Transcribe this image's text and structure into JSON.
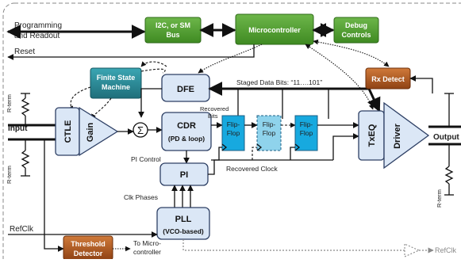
{
  "signals": {
    "programming_l1": "Programming",
    "programming_l2": "and Readout",
    "reset": "Reset",
    "input": "Input",
    "refclk": "RefClk",
    "output": "Output",
    "refclk_out": "RefClk",
    "recovered_bits": "Recovered Bits",
    "recovered_clock": "Recovered Clock",
    "staged_data": "Staged Data Bits: “11….101”",
    "pi_control": "PI Control",
    "clk_phases": "Clk Phases",
    "to_micro_l1": "To Micro-",
    "to_micro_l2": "controller",
    "rterm": "R-term"
  },
  "blocks": {
    "i2c_l1": "I2C, or SM",
    "i2c_l2": "Bus",
    "micro": "Microcontroller",
    "debug_l1": "Debug",
    "debug_l2": "Controls",
    "fsm_l1": "Finite State",
    "fsm_l2": "Machine",
    "dfe": "DFE",
    "cdr": "CDR",
    "cdr_sub": "(PD & loop)",
    "pi": "PI",
    "pll": "PLL",
    "pll_sub": "(VCO-based)",
    "ctle": "CTLE",
    "gain": "Gain",
    "sum": "Σ",
    "rx_detect": "Rx Detect",
    "txeq": "TxEQ",
    "driver": "Driver",
    "thresh_l1": "Threshold",
    "thresh_l2": "Detector",
    "ff1_l1": "Flip-",
    "ff1_l2": "Flop",
    "ff2_l1": "Flip-",
    "ff2_l2": "Flop",
    "ff3_l1": "Flip-",
    "ff3_l2": "Flop"
  },
  "colors": {
    "green": "#4f9a2f",
    "teal": "#2a8a96",
    "orange": "#b3581e",
    "block_blue": "#dbe7f6",
    "ff_blue": "#17a9df",
    "ff_light": "#8fd3ec"
  }
}
